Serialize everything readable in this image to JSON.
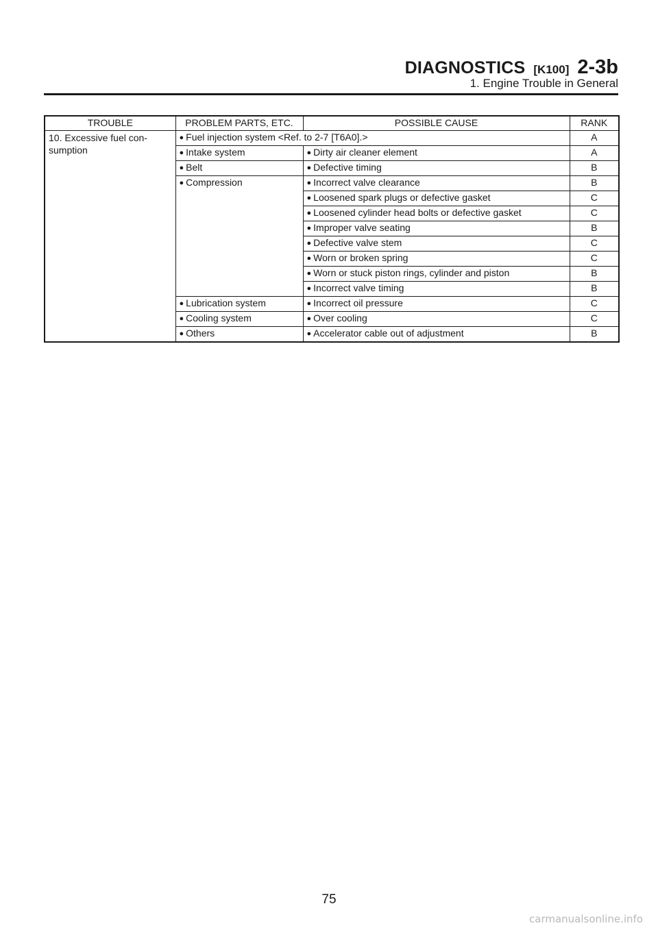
{
  "header": {
    "title": "DIAGNOSTICS",
    "code": "[K100]",
    "section": "2-3b",
    "subtitle": "1. Engine Trouble in General"
  },
  "table": {
    "columns": {
      "trouble": "TROUBLE",
      "parts": "PROBLEM PARTS, ETC.",
      "cause": "POSSIBLE CAUSE",
      "rank": "RANK"
    },
    "trouble": "10. Excessive fuel con- sumption",
    "bullet": "●",
    "rows": [
      {
        "part": "Fuel injection system <Ref. to 2-7 [T6A0].>",
        "cause": "",
        "rank": "A"
      },
      {
        "part": "Intake system",
        "cause": "Dirty air cleaner element",
        "rank": "A"
      },
      {
        "part": "Belt",
        "cause": "Defective timing",
        "rank": "B"
      },
      {
        "part": "Compression",
        "cause": "Incorrect valve clearance",
        "rank": "B"
      },
      {
        "part": "",
        "cause": "Loosened spark plugs or defective gasket",
        "rank": "C"
      },
      {
        "part": "",
        "cause": "Loosened cylinder head bolts or defective gasket",
        "rank": "C"
      },
      {
        "part": "",
        "cause": "Improper valve seating",
        "rank": "B"
      },
      {
        "part": "",
        "cause": "Defective valve stem",
        "rank": "C"
      },
      {
        "part": "",
        "cause": "Worn or broken spring",
        "rank": "C"
      },
      {
        "part": "",
        "cause": "Worn or stuck piston rings, cylinder and piston",
        "rank": "B"
      },
      {
        "part": "",
        "cause": "Incorrect valve timing",
        "rank": "B"
      },
      {
        "part": "Lubrication system",
        "cause": "Incorrect oil pressure",
        "rank": "C"
      },
      {
        "part": "Cooling system",
        "cause": "Over cooling",
        "rank": "C"
      },
      {
        "part": "Others",
        "cause": "Accelerator cable out of adjustment",
        "rank": "B"
      }
    ]
  },
  "page_number": "75",
  "watermark": "carmanualsonline.info"
}
